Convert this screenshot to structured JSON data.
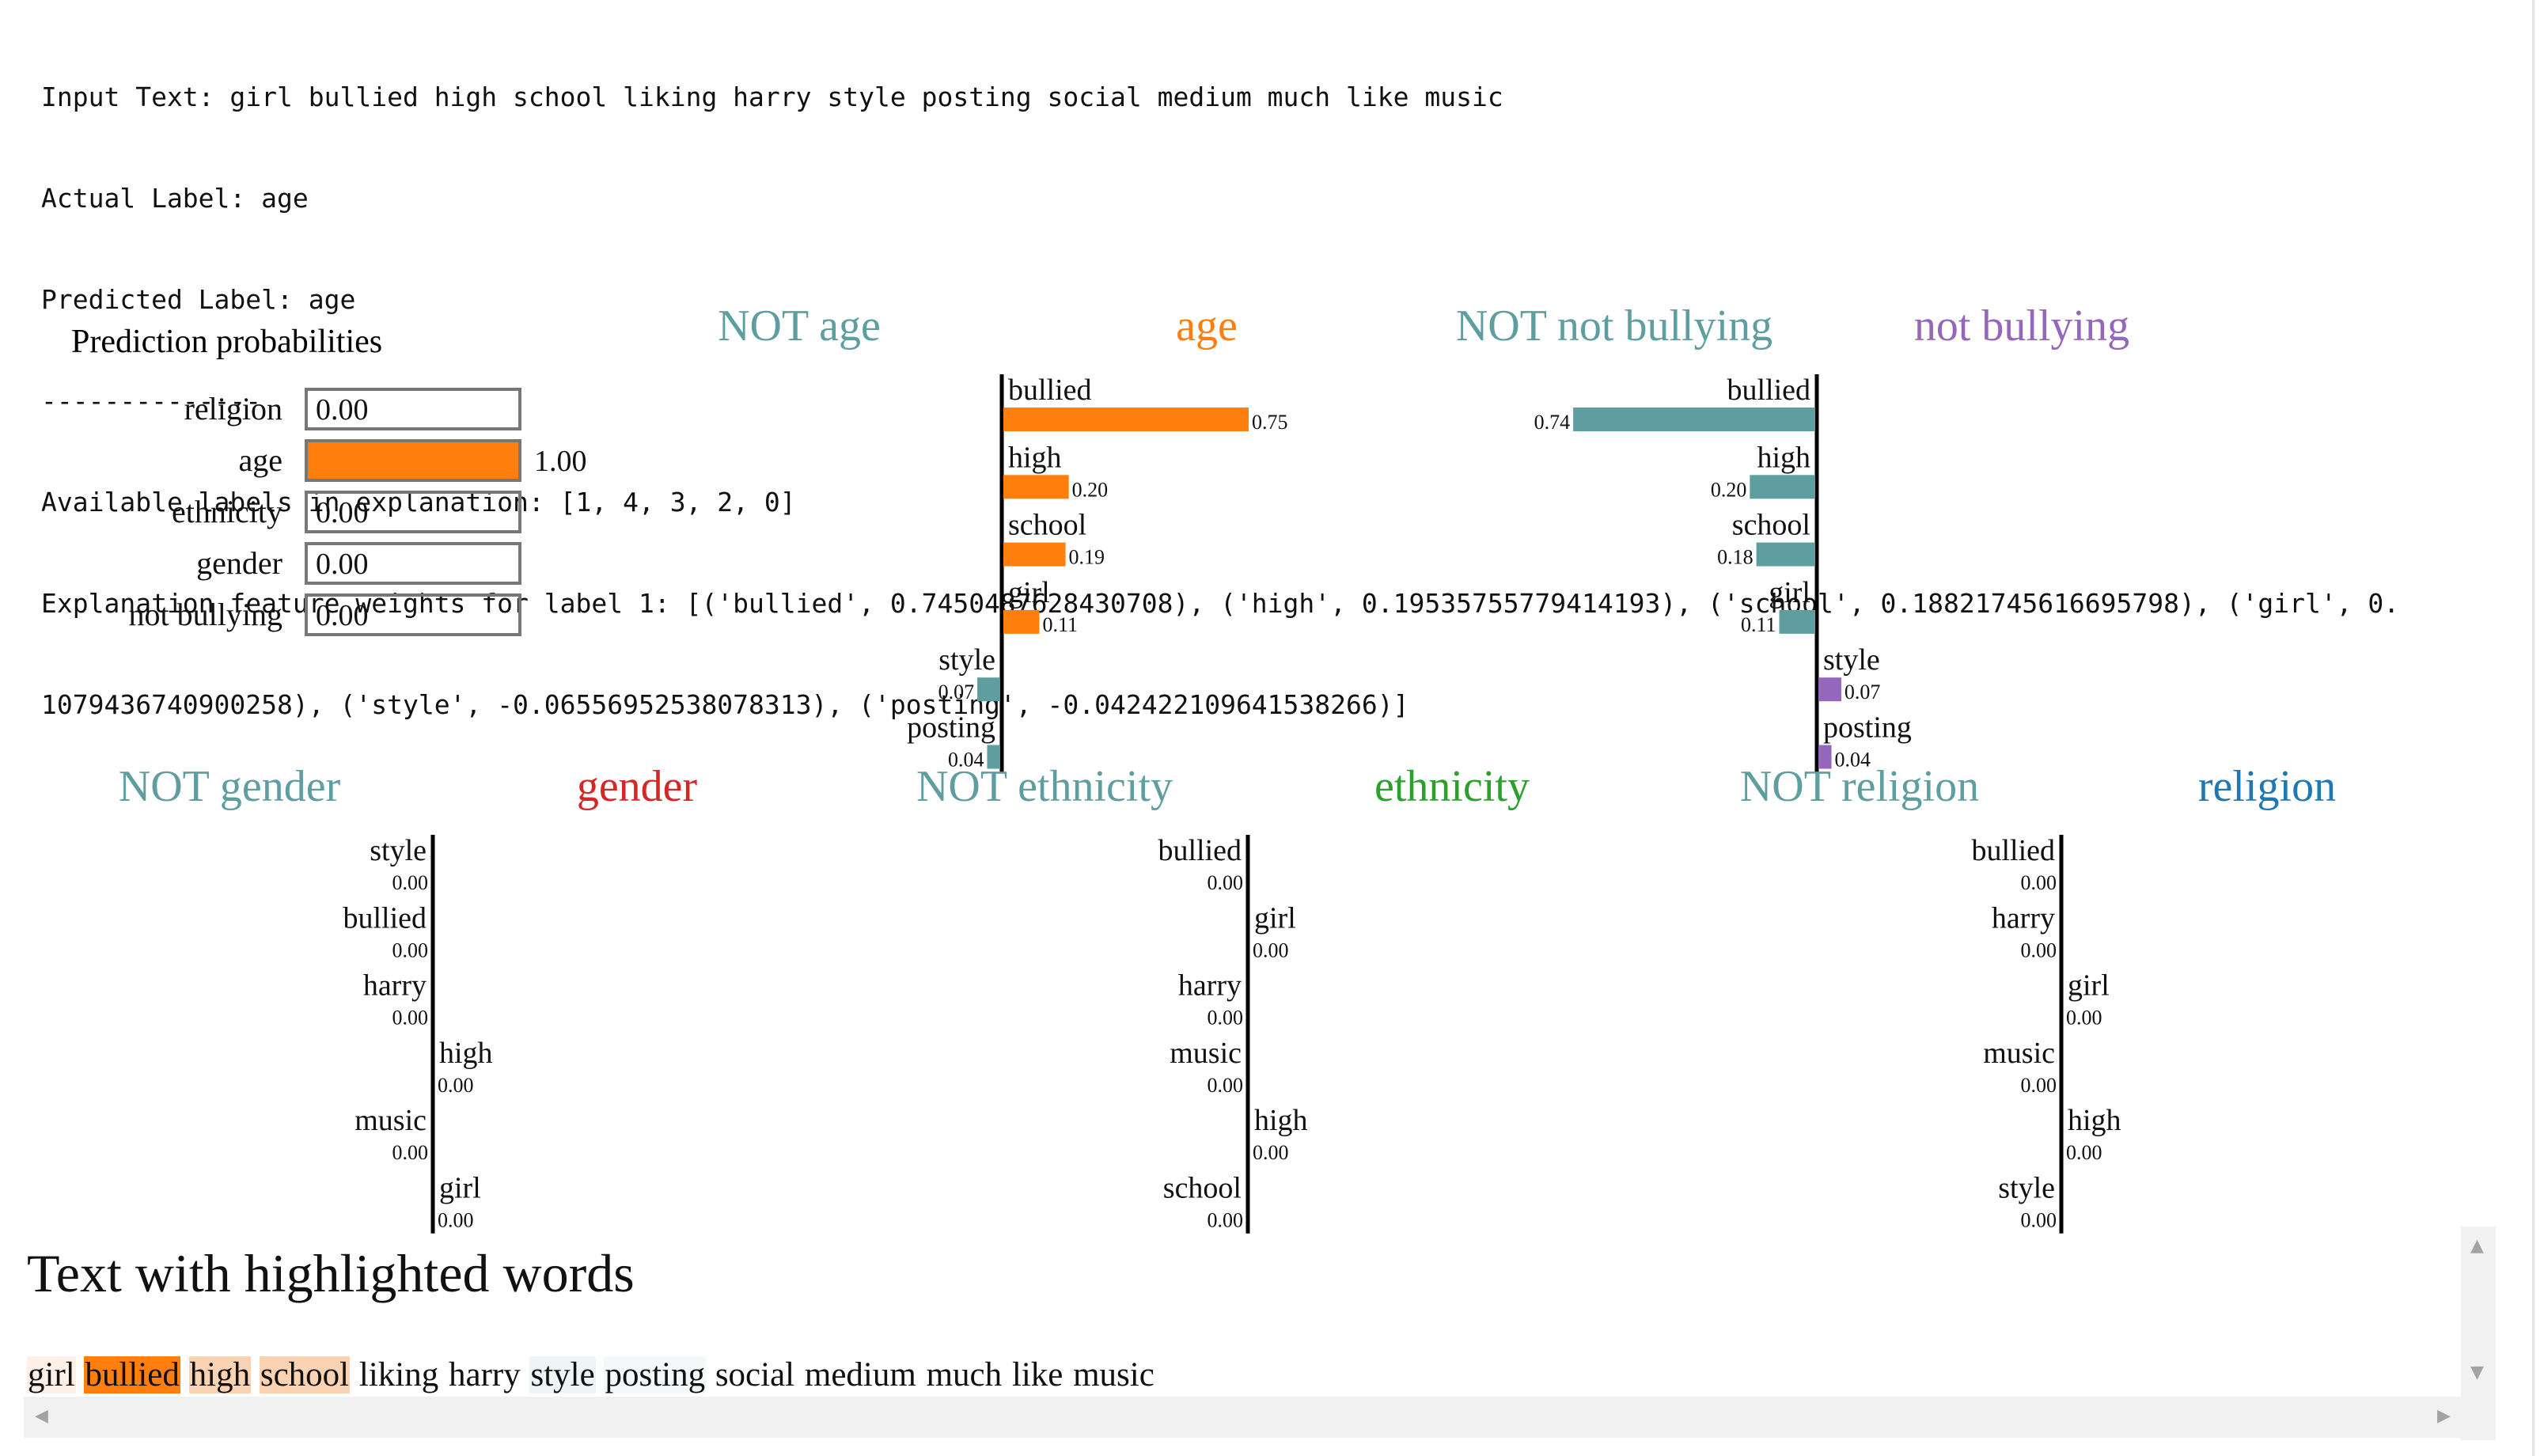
{
  "console": {
    "lines": [
      "Input Text: girl bullied high school liking harry style posting social medium much like music",
      "Actual Label: age",
      "Predicted Label: age",
      "--------------",
      "Available labels in explanation: [1, 4, 3, 2, 0]",
      "Explanation feature weights for label 1: [('bullied', 0.7450487628430708), ('high', 0.19535755779414193), ('school', 0.18821745616695798), ('girl', 0.",
      "1079436740900258), ('style', -0.06556952538078313), ('posting', -0.042422109641538266)]"
    ]
  },
  "chart_data": [
    {
      "type": "bar",
      "title": "Prediction probabilities",
      "orientation": "horizontal",
      "categories": [
        "religion",
        "age",
        "ethnicity",
        "gender",
        "not bullying"
      ],
      "values": [
        0.0,
        1.0,
        0.0,
        0.0,
        0.0
      ],
      "value_labels": [
        "0.00",
        "1.00",
        "0.00",
        "0.00",
        "0.00"
      ],
      "xlim": [
        0,
        1
      ],
      "colors": [
        "#1f77b4",
        "#ff7f0e",
        "#2ca02c",
        "#d62728",
        "#9467bd"
      ]
    },
    {
      "type": "bar",
      "orientation": "horizontal",
      "neg_label": "NOT age",
      "pos_label": "age",
      "neg_color": "#5f9ea0",
      "pos_color": "#ff7f0e",
      "features": [
        "bullied",
        "high",
        "school",
        "girl",
        "style",
        "posting"
      ],
      "values": [
        0.75,
        0.2,
        0.19,
        0.11,
        -0.07,
        -0.04
      ],
      "value_labels": [
        "0.75",
        "0.20",
        "0.19",
        "0.11",
        "0.07",
        "0.04"
      ],
      "xlim": [
        -0.75,
        0.75
      ]
    },
    {
      "type": "bar",
      "orientation": "horizontal",
      "neg_label": "NOT not bullying",
      "pos_label": "not bullying",
      "neg_color": "#5f9ea0",
      "pos_color": "#9467bd",
      "features": [
        "bullied",
        "high",
        "school",
        "girl",
        "style",
        "posting"
      ],
      "values": [
        -0.74,
        -0.2,
        -0.18,
        -0.11,
        0.07,
        0.04
      ],
      "value_labels": [
        "0.74",
        "0.20",
        "0.18",
        "0.11",
        "0.07",
        "0.04"
      ],
      "xlim": [
        -0.75,
        0.75
      ]
    },
    {
      "type": "bar",
      "orientation": "horizontal",
      "neg_label": "NOT gender",
      "pos_label": "gender",
      "neg_color": "#5f9ea0",
      "pos_color": "#d62728",
      "features": [
        "style",
        "bullied",
        "harry",
        "high",
        "music",
        "girl"
      ],
      "values": [
        -0.0,
        -0.0,
        -0.0,
        0.0,
        -0.0,
        0.0
      ],
      "value_labels": [
        "0.00",
        "0.00",
        "0.00",
        "0.00",
        "0.00",
        "0.00"
      ],
      "xlim": [
        -0.75,
        0.75
      ]
    },
    {
      "type": "bar",
      "orientation": "horizontal",
      "neg_label": "NOT ethnicity",
      "pos_label": "ethnicity",
      "neg_color": "#5f9ea0",
      "pos_color": "#2ca02c",
      "features": [
        "bullied",
        "girl",
        "harry",
        "music",
        "high",
        "school"
      ],
      "values": [
        -0.0,
        0.0,
        -0.0,
        -0.0,
        0.0,
        -0.0
      ],
      "value_labels": [
        "0.00",
        "0.00",
        "0.00",
        "0.00",
        "0.00",
        "0.00"
      ],
      "xlim": [
        -0.75,
        0.75
      ]
    },
    {
      "type": "bar",
      "orientation": "horizontal",
      "neg_label": "NOT religion",
      "pos_label": "religion",
      "neg_color": "#5f9ea0",
      "pos_color": "#1f77b4",
      "features": [
        "bullied",
        "harry",
        "girl",
        "music",
        "high",
        "style"
      ],
      "values": [
        -0.0,
        -0.0,
        0.0,
        -0.0,
        0.0,
        -0.0
      ],
      "value_labels": [
        "0.00",
        "0.00",
        "0.00",
        "0.00",
        "0.00",
        "0.00"
      ],
      "xlim": [
        -0.75,
        0.75
      ]
    }
  ],
  "highlight": {
    "title": "Text with highlighted words",
    "words": [
      {
        "text": "girl",
        "bg": "#fdf1e7"
      },
      {
        "text": "bullied",
        "bg": "#ff7f0e"
      },
      {
        "text": "high",
        "bg": "#fbd3b2"
      },
      {
        "text": "school",
        "bg": "#fbd3b2"
      },
      {
        "text": "liking",
        "bg": ""
      },
      {
        "text": "harry",
        "bg": ""
      },
      {
        "text": "style",
        "bg": "#eef5f5"
      },
      {
        "text": "posting",
        "bg": "#f3f8f8"
      },
      {
        "text": "social",
        "bg": ""
      },
      {
        "text": "medium",
        "bg": ""
      },
      {
        "text": "much",
        "bg": ""
      },
      {
        "text": "like",
        "bg": ""
      },
      {
        "text": "music",
        "bg": ""
      }
    ]
  },
  "scrollbars": {
    "up_arrow": "▲",
    "down_arrow": "▼",
    "left_arrow": "◀",
    "right_arrow": "▶"
  }
}
